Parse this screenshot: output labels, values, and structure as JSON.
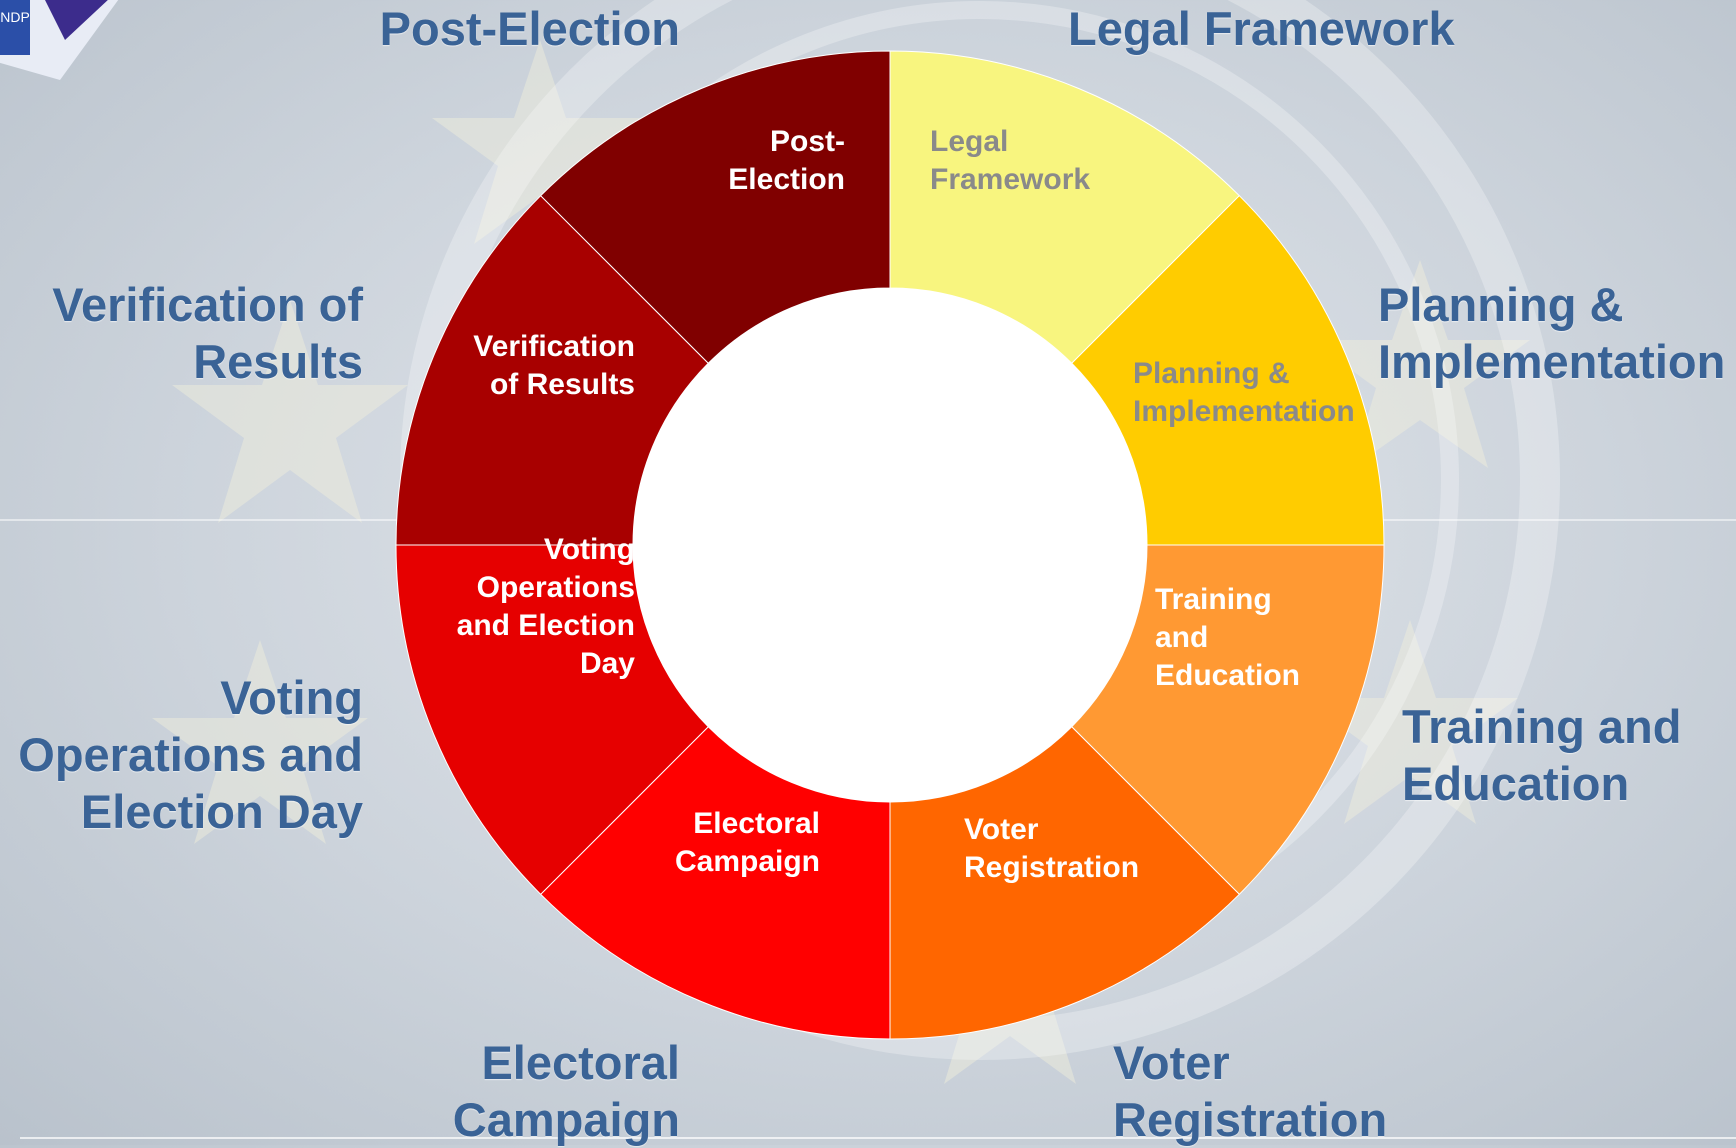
{
  "slices": [
    {
      "id": "legal-framework",
      "label": "Legal\nFramework",
      "color": "#f8f57f",
      "text_color": "#8a8a8a"
    },
    {
      "id": "planning-implementation",
      "label": "Planning &\nImplementation",
      "color": "#ffcc00",
      "text_color": "#8a8a8a"
    },
    {
      "id": "training-education",
      "label": "Training\nand\nEducation",
      "color": "#ff9933",
      "text_color": "#ffffff"
    },
    {
      "id": "voter-registration",
      "label": "Voter\nRegistration",
      "color": "#ff6600",
      "text_color": "#ffffff"
    },
    {
      "id": "electoral-campaign",
      "label": "Electoral\nCampaign",
      "color": "#ff0000",
      "text_color": "#ffffff"
    },
    {
      "id": "voting-operations",
      "label": "Voting\nOperations\nand Election\nDay",
      "color": "#e60000",
      "text_color": "#ffffff"
    },
    {
      "id": "verification-results",
      "label": "Verification\nof Results",
      "color": "#a80000",
      "text_color": "#ffffff"
    },
    {
      "id": "post-election",
      "label": "Post-\nElection",
      "color": "#800000",
      "text_color": "#ffffff"
    }
  ],
  "outer_labels": {
    "post_election": "Post-Election",
    "legal_framework": "Legal Framework",
    "verification": "Verification of\nResults",
    "planning": "Planning &\nImplementation",
    "voting": "Voting\nOperations and\nElection Day",
    "training": "Training and\nEducation",
    "electoral": "Electoral\nCampaign",
    "voter": "Voter\nRegistration"
  },
  "logo_letters": "UNDP"
}
